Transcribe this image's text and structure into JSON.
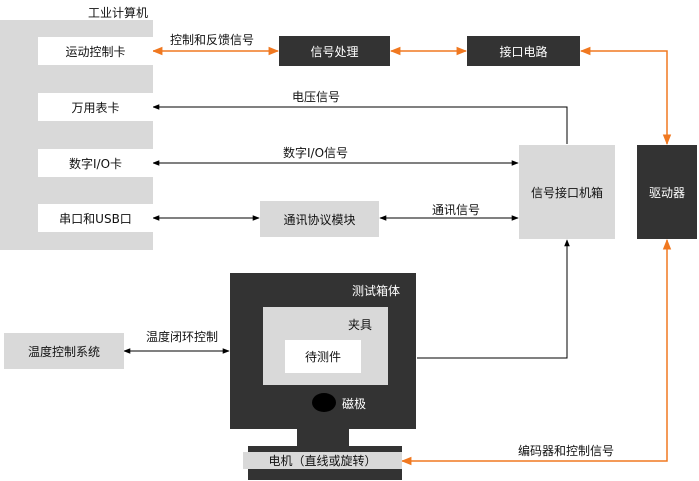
{
  "diagram": {
    "computer": {
      "title": "工业计算机",
      "cards": [
        "运动控制卡",
        "万用表卡",
        "数字I/O卡",
        "串口和USB口"
      ]
    },
    "blocks": {
      "signal_processing": "信号处理",
      "interface_circuit": "接口电路",
      "signal_interface_box": "信号接口机箱",
      "driver": "驱动器",
      "protocol_module": "通讯协议模块",
      "temp_control": "温度控制系统",
      "test_box": "测试箱体",
      "fixture": "夹具",
      "dut": "待测件",
      "magnet": "磁极",
      "motor": "电机（直线或旋转）"
    },
    "edges": {
      "control_feedback": "控制和反馈信号",
      "voltage_signal": "电压信号",
      "digital_io_signal": "数字I/O信号",
      "comm_signal": "通讯信号",
      "temp_closed_loop": "温度闭环控制",
      "encoder_control": "编码器和控制信号"
    },
    "colors": {
      "orange_arrow": "#f07820",
      "black_arrow": "#000000",
      "light_box": "#d9d9d9",
      "dark_box": "#333333"
    }
  }
}
